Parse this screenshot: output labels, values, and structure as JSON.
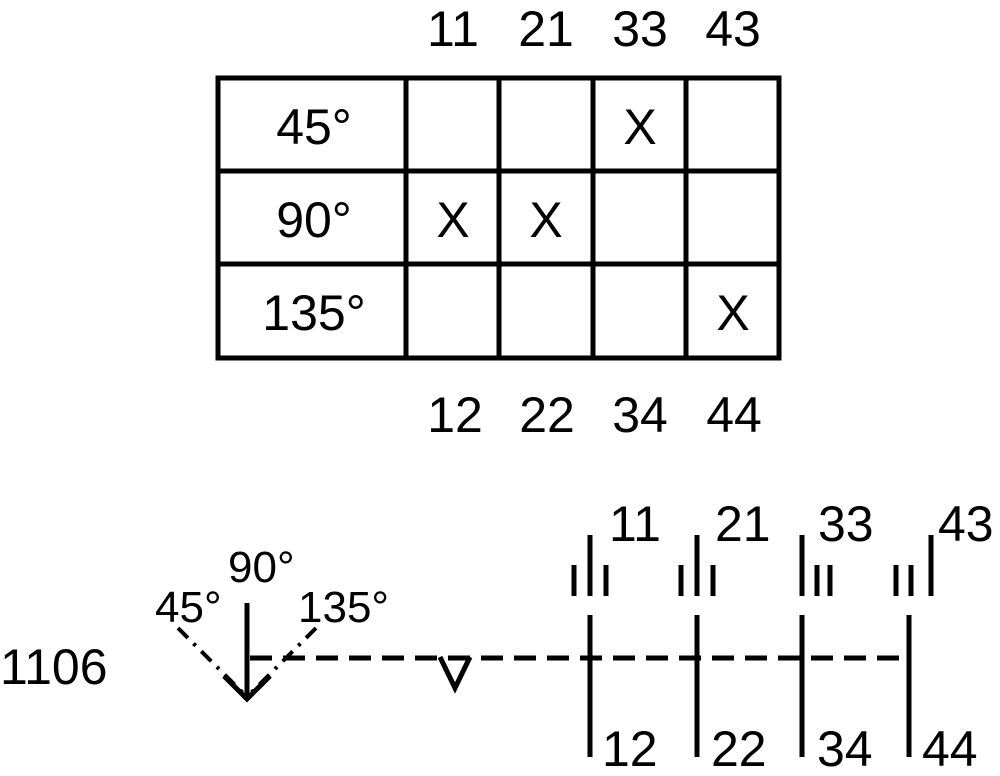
{
  "table": {
    "top_terminals": [
      "11",
      "21",
      "33",
      "43"
    ],
    "bottom_terminals": [
      "12",
      "22",
      "34",
      "44"
    ],
    "rows": [
      {
        "angle": "45°",
        "marks": [
          "",
          "",
          "X",
          ""
        ]
      },
      {
        "angle": "90°",
        "marks": [
          "X",
          "X",
          "",
          ""
        ]
      },
      {
        "angle": "135°",
        "marks": [
          "",
          "",
          "",
          "X"
        ]
      }
    ]
  },
  "schematic": {
    "device_id": "1106",
    "angles": [
      "45°",
      "90°",
      "135°"
    ],
    "contacts": [
      {
        "top": "11",
        "bottom": "12"
      },
      {
        "top": "21",
        "bottom": "22"
      },
      {
        "top": "33",
        "bottom": "34"
      },
      {
        "top": "43",
        "bottom": "44"
      }
    ]
  }
}
